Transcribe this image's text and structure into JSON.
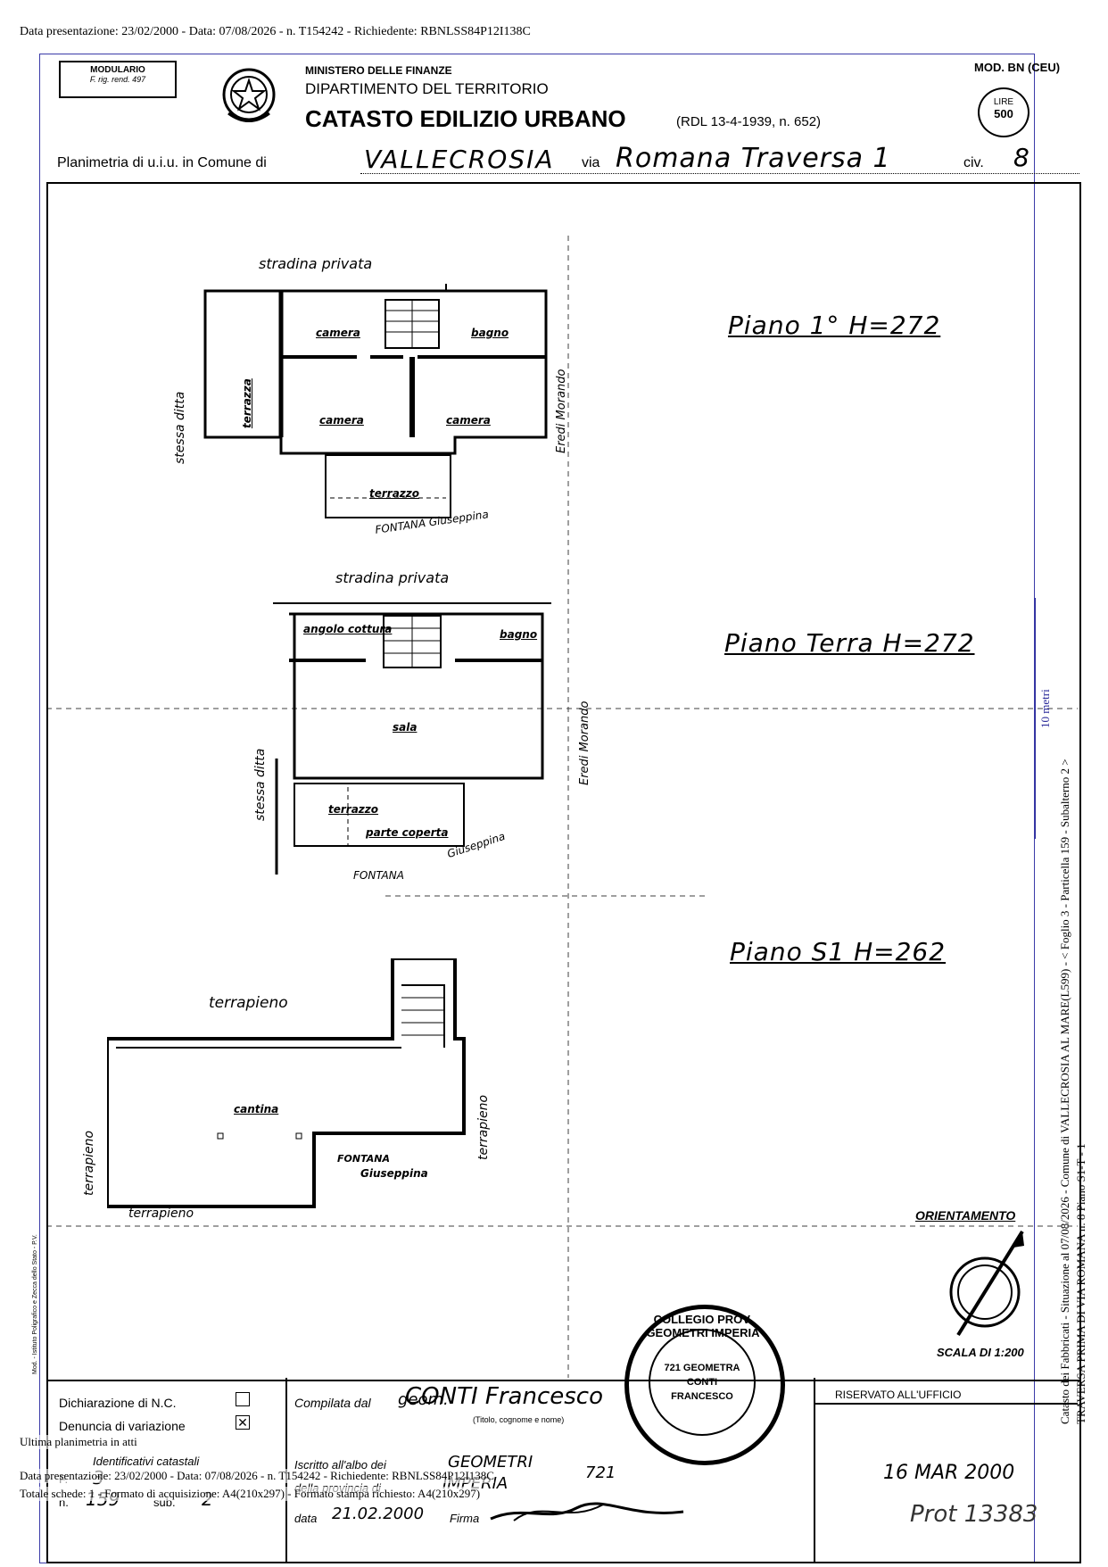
{
  "top_header": "Data presentazione: 23/02/2000 - Data: 07/08/2026 - n. T154242 - Richiedente: RBNLSS84P12I138C",
  "form": {
    "modulario": "MODULARIO",
    "modulario_sub": "F. rig. rend. 497",
    "ministry": "MINISTERO DELLE FINANZE",
    "department": "DIPARTIMENTO DEL TERRITORIO",
    "catasto": "CATASTO EDILIZIO URBANO",
    "law_ref": "(RDL 13-4-1939, n. 652)",
    "mod": "MOD. BN (CEU)",
    "lire_label": "LIRE",
    "lire_value": "500",
    "planimetria_label": "Planimetria di u.i.u. in Comune di",
    "comune": "VALLECROSIA",
    "via_label": "via",
    "via": "Romana Traversa 1",
    "civ_label": "civ.",
    "civ": "8"
  },
  "floors": {
    "p1_label": "Piano 1° H=272",
    "pt_label": "Piano Terra H=272",
    "ps1_label": "Piano S1 H=262",
    "p1_rooms": [
      "camera",
      "bagno",
      "camera",
      "camera",
      "terrazza",
      "terrazzo"
    ],
    "pt_rooms": [
      "angolo cottura",
      "bagno",
      "sala",
      "terrazzo",
      "parte coperta"
    ],
    "ps1_rooms": [
      "cantina"
    ],
    "stradina": "stradina privata",
    "stradina2": "stradina privata",
    "stessa_ditta": "stessa ditta",
    "stessa_ditta2": "stessa ditta",
    "eredi": "Eredi Morando",
    "eredi2": "Eredi Morando",
    "fontana": "FONTANA Giuseppina",
    "fontana2_a": "FONTANA",
    "fontana2_b": "Giuseppina",
    "fontana3_a": "FONTANA",
    "fontana3_b": "Giuseppina",
    "terrapieno_top": "terrapieno",
    "terrapieno_left": "terrapieno",
    "terrapieno_right": "terrapieno",
    "terrapieno_bottom": "terrapieno"
  },
  "orientamento": "ORIENTAMENTO",
  "scala": "SCALA DI 1:200",
  "footer": {
    "dichiarazione": "Dichiarazione di N.C.",
    "denuncia": "Denuncia di variazione",
    "identificativi": "Identificativi catastali",
    "foglio_label": "F.",
    "foglio": "3",
    "n_label": "n.",
    "n": "159",
    "sub_label": "sub.",
    "sub": "2",
    "compilata": "Compilata dal",
    "geom": "geom.",
    "name": "CONTI Francesco",
    "titolo": "(Titolo, cognome e nome)",
    "iscritto": "Iscritto all'albo dei",
    "albo": "GEOMETRI",
    "provincia_label": "della provincia di",
    "provincia": "IMPERIA",
    "numero": "721",
    "data_label": "data",
    "data": "21.02.2000",
    "firma_label": "Firma",
    "riservato": "RISERVATO ALL'UFFICIO",
    "stamp_date": "16 MAR 2000",
    "prot": "Prot 13383",
    "stamp_ring": "COLLEGIO PROV. GEOMETRI IMPERIA",
    "stamp_center": "721 GEOMETRA CONTI FRANCESCO"
  },
  "side_text_1": "Catasto dei Fabbricati - Situazione al 07/08/2026 - Comune di VALLECROSIA AL MARE(L599) - < Foglio 3 - Particella 159 - Subalterno 2 >",
  "side_text_2": "TRAVERSA PRIMA DI VIA ROMANA n. 8 Piano S1-T - 1",
  "scale_marker": "10 metri",
  "overlay_lines": {
    "ultima": "Ultima planimetria in atti",
    "data_line": "Data presentazione: 23/02/2000 - Data: 07/08/2026 - n. T154242 - Richiedente: RBNLSS84P12I138C",
    "totale": "Totale schede: 1 - Formato di acquisizione: A4(210x297) - Formato stampa richiesto: A4(210x297)"
  },
  "margin_vertical": "Mod. - Istituto Poligrafico e Zecca dello Stato - P.V."
}
